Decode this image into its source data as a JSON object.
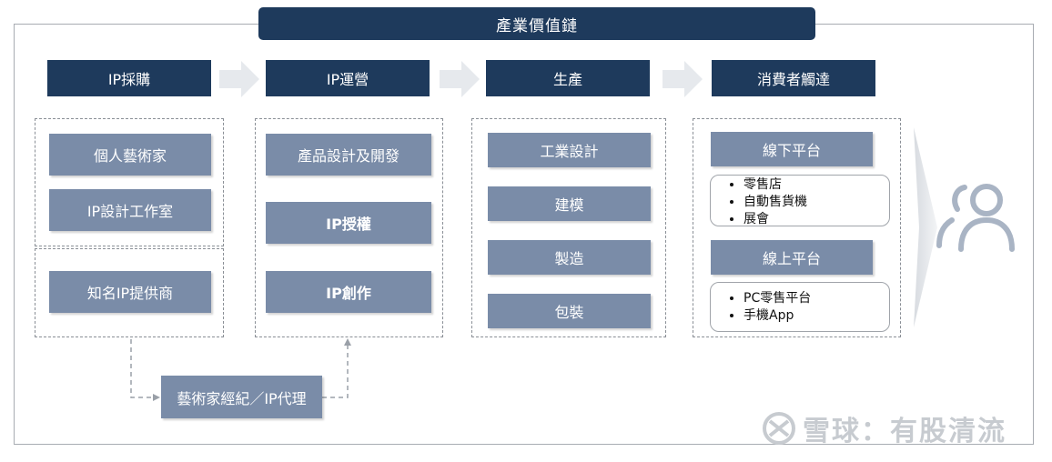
{
  "title": "產業價值鏈",
  "stages": [
    {
      "id": "ip-purchase",
      "label": "IP採購"
    },
    {
      "id": "ip-operation",
      "label": "IP運營"
    },
    {
      "id": "production",
      "label": "生產"
    },
    {
      "id": "consumer-reach",
      "label": "消費者觸達"
    }
  ],
  "ip_purchase": {
    "group_top": [
      "個人藝術家",
      "IP設計工作室"
    ],
    "group_bottom": [
      "知名IP提供商"
    ]
  },
  "ip_operation": {
    "items": [
      "產品設計及開發",
      "IP授權",
      "IP創作"
    ]
  },
  "production": {
    "items": [
      "工業設計",
      "建模",
      "製造",
      "包裝"
    ]
  },
  "consumer_reach": {
    "offline": {
      "label": "線下平台",
      "items": [
        "零售店",
        "自動售貨機",
        "展會"
      ]
    },
    "online": {
      "label": "線上平台",
      "items": [
        "PC零售平台",
        "手機App"
      ]
    }
  },
  "agent_box": "藝術家經紀／IP代理",
  "watermark": "雪球：有股清流",
  "colors": {
    "dark_navy": "#1e3a5c",
    "steel_blue": "#7a8ca8",
    "arrow_gray": "#e6e9ed"
  }
}
